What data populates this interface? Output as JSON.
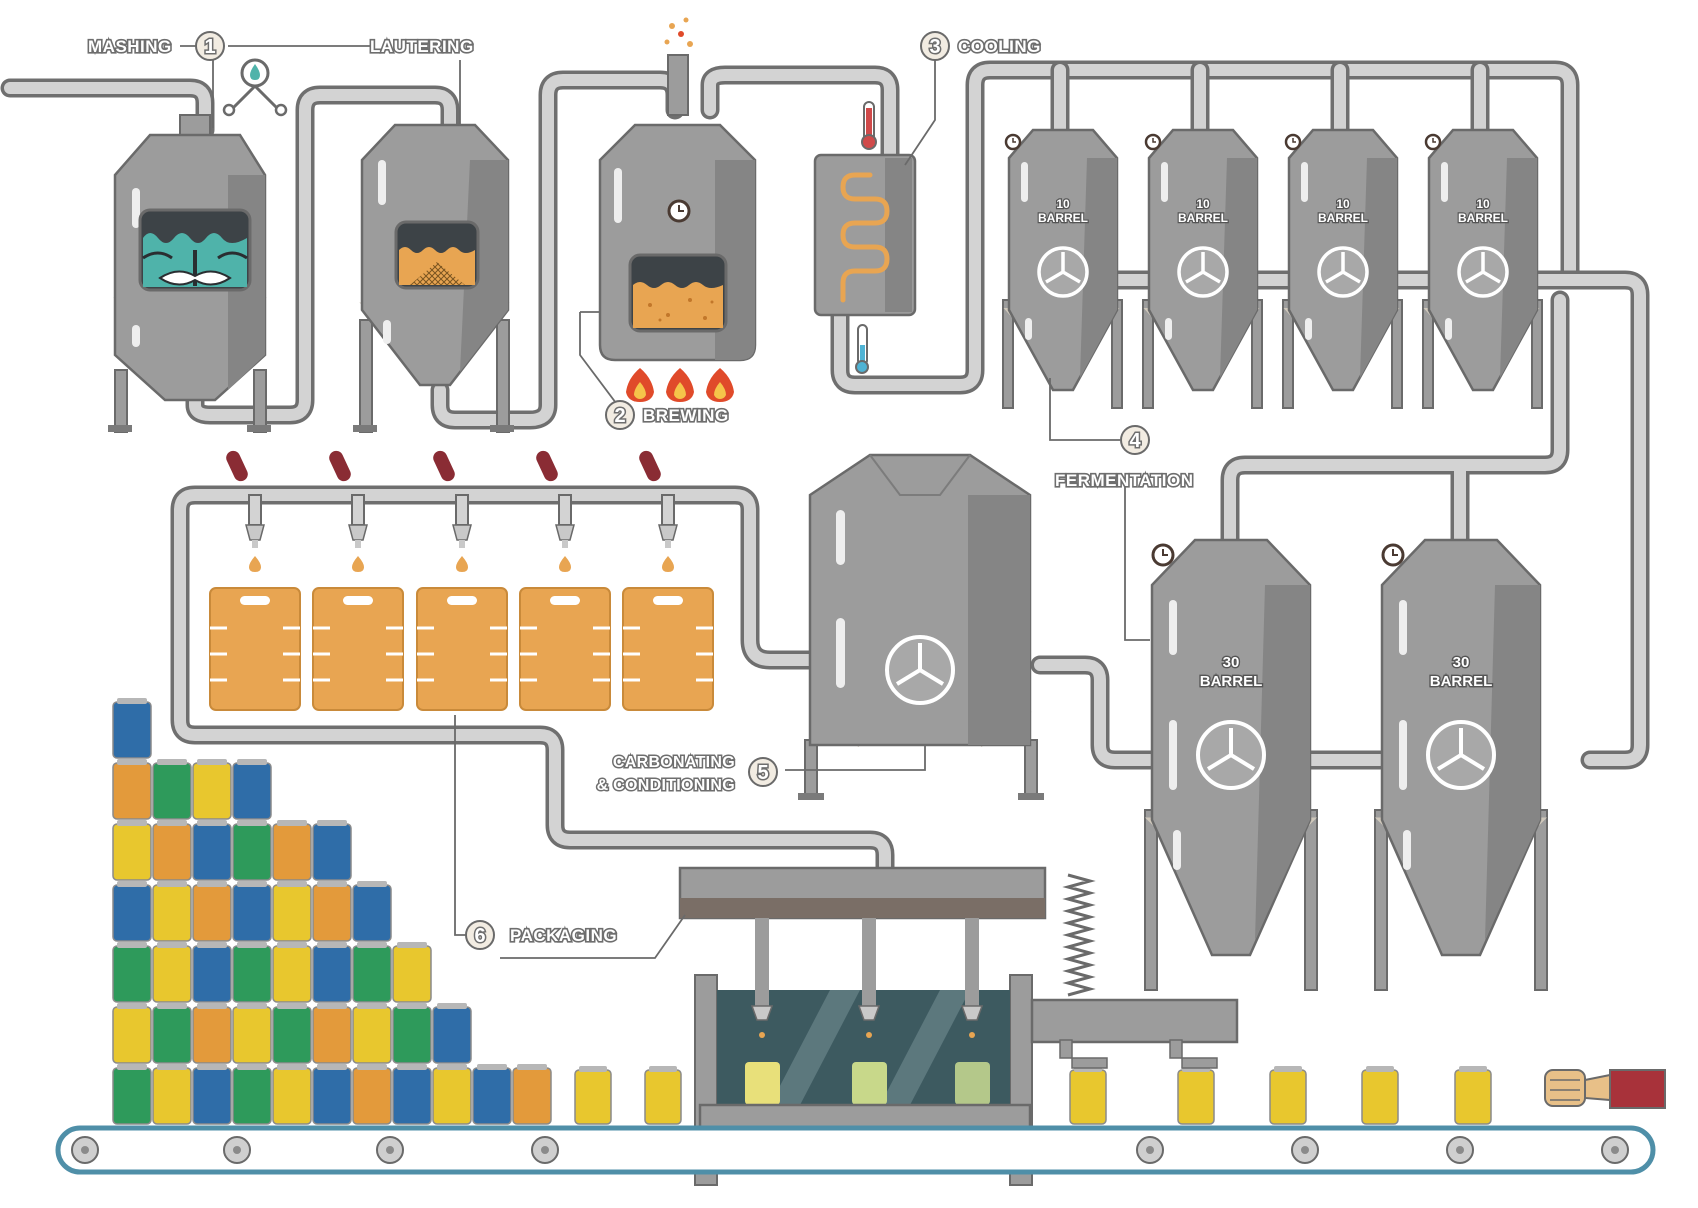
{
  "steps": [
    {
      "number": "1",
      "label": "MASHING"
    },
    {
      "number": "1",
      "label": "LAUTERING"
    },
    {
      "number": "2",
      "label": "BREWING"
    },
    {
      "number": "3",
      "label": "COOLING"
    },
    {
      "number": "4",
      "label": "FERMENTATION"
    },
    {
      "number": "5",
      "label_line1": "CARBONATING",
      "label_line2": "& CONDITIONING"
    },
    {
      "number": "6",
      "label": "PACKAGING"
    }
  ],
  "fermenters_small": [
    {
      "size": "10",
      "unit": "BARREL"
    },
    {
      "size": "10",
      "unit": "BARREL"
    },
    {
      "size": "10",
      "unit": "BARREL"
    },
    {
      "size": "10",
      "unit": "BARREL"
    }
  ],
  "fermenters_large": [
    {
      "size": "30",
      "unit": "BARREL"
    },
    {
      "size": "30",
      "unit": "BARREL"
    }
  ],
  "colors": {
    "steel": "#9c9c9c",
    "steel_dark": "#858585",
    "outline": "#6a6a6a",
    "beer": "#e8a552",
    "water": "#4fb3aa",
    "flame": "#e04a2a",
    "can_yellow": "#e8c72e",
    "can_orange": "#e39a3b",
    "can_blue": "#2f6da8",
    "can_green": "#2e9a5b",
    "conveyor": "#4f8fa8",
    "motor": "#a8323a"
  },
  "icons": [
    "faucet-icon",
    "clock-icon",
    "thermometer-icon",
    "flame-icon",
    "agitator-icon",
    "keg-icon",
    "can-icon"
  ]
}
